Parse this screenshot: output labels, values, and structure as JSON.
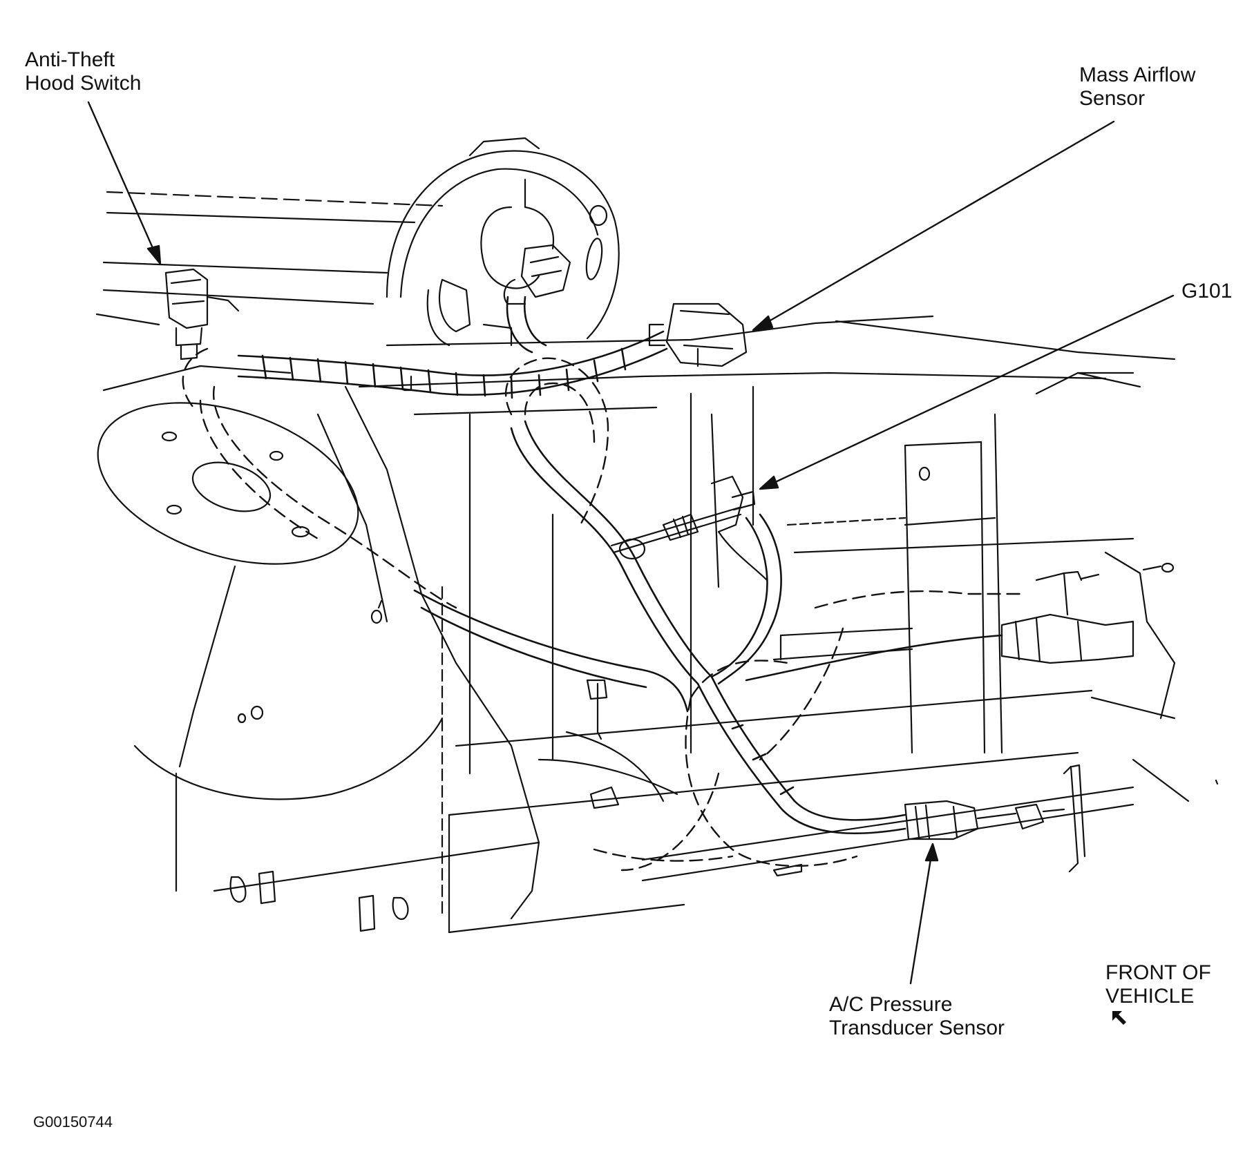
{
  "labels": {
    "anti_theft": {
      "line1": "Anti-Theft",
      "line2": "Hood Switch"
    },
    "mass_airflow": {
      "line1": "Mass Airflow",
      "line2": "Sensor"
    },
    "g101": {
      "line1": "G101"
    },
    "ac_pressure": {
      "line1": "A/C Pressure",
      "line2": "Transducer Sensor"
    },
    "front_of_vehicle": {
      "line1": "FRONT OF",
      "line2": "VEHICLE"
    }
  },
  "figure_code": "G00150744",
  "colors": {
    "ink": "#111111",
    "background": "#ffffff"
  },
  "icons": {
    "front_arrow": "arrow-up-left-icon"
  }
}
